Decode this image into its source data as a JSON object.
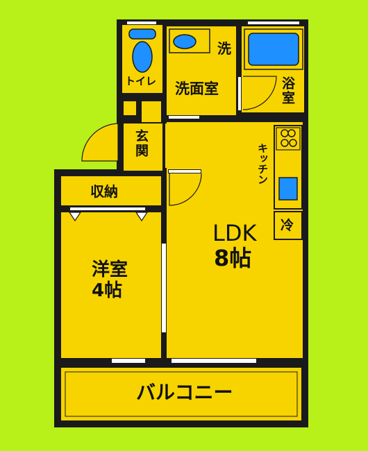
{
  "colors": {
    "background": "#b8f01a",
    "room_fill": "#f7d400",
    "wall": "#1a1a1a",
    "fixture_blue": "#1e90ff"
  },
  "rooms": {
    "toilet": "トイレ",
    "washroom": "洗面室",
    "washer": "洗",
    "bath": "浴室",
    "entrance": "玄関",
    "kitchen": "キッチン",
    "fridge": "冷",
    "storage": "収納",
    "western_name": "洋室",
    "western_size": "4帖",
    "ldk_name": "LDK",
    "ldk_size": "8帖",
    "balcony": "バルコニー"
  },
  "icons": [
    "toilet-bowl-icon",
    "washbasin-icon",
    "bathtub-icon",
    "stove-icon",
    "sink-icon",
    "door-swing-icon"
  ]
}
